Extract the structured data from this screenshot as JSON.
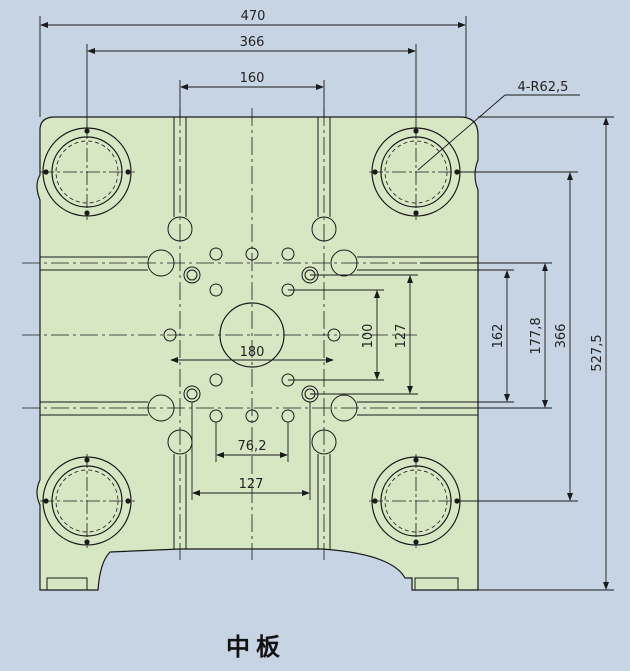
{
  "title": "中板",
  "colors": {
    "background": "#c7d4e3",
    "plate_fill": "#d7e7c4",
    "line": "#1a1a1a"
  },
  "dimensions": {
    "overall_width": "470",
    "tie_bar_spacing_h": "366",
    "top_slot_spacing": "160",
    "tie_bar_radius": "4-R62,5",
    "overall_height": "527,5",
    "tie_bar_spacing_v": "366",
    "row_spacing_177": "177,8",
    "row_spacing_162": "162",
    "inner_127_v": "127",
    "inner_100": "100",
    "center_180": "180",
    "inner_76": "76,2",
    "inner_127_h": "127"
  }
}
